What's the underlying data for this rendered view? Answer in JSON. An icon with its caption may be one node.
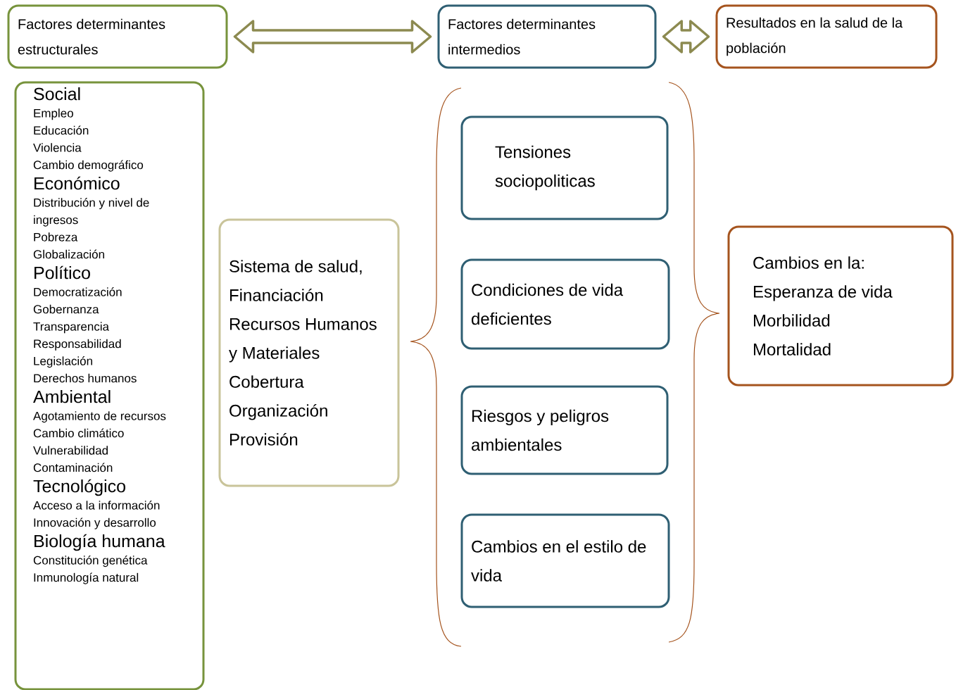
{
  "diagram": {
    "nodes": [
      {
        "text": [
          "Factores determinantes estructurales"
        ]
      },
      {
        "text": [
          "Factores determinantes intermedios"
        ]
      },
      {
        "text": [
          "Resultados en la salud de la población"
        ]
      },
      {
        "text": [
          "Social",
          "Empleo",
          "Educación",
          "Violencia",
          "Cambio demográfico",
          "Económico",
          "Distribución y nivel de ingresos",
          "Pobreza",
          "Globalización",
          "Político",
          "Democratización",
          "Gobernanza",
          "Transparencia",
          "Responsabilidad",
          "Legislación",
          "Derechos humanos",
          "Ambiental",
          "Agotamiento de recursos",
          "Cambio climático",
          "Vulnerabilidad",
          "Contaminación",
          "Tecnológico",
          "Acceso a la información",
          "Innovación y desarrollo",
          "Biología humana",
          "Constitución genética",
          "Inmunología natural"
        ]
      },
      {
        "text": [
          "Sistema de salud,",
          "Financiación",
          "Recursos Humanos y Materiales",
          "Cobertura",
          "Organización",
          "Provisión"
        ]
      },
      {
        "text": [
          "Tensiones sociopoliticas"
        ]
      },
      {
        "text": [
          "Condiciones de vida deficientes"
        ]
      },
      {
        "text": [
          "Riesgos y peligros ambientales"
        ]
      },
      {
        "text": [
          "Cambios en el estilo de vida"
        ]
      },
      {
        "text": [
          "Cambios en la:",
          "Esperanza de vida",
          "Morbilidad",
          "Mortalidad"
        ]
      }
    ],
    "edges": [
      {
        "from": 0,
        "to": 1,
        "arrow": "both",
        "style": "thick"
      },
      {
        "from": 1,
        "to": 2,
        "arrow": "both",
        "style": "thick"
      }
    ]
  }
}
